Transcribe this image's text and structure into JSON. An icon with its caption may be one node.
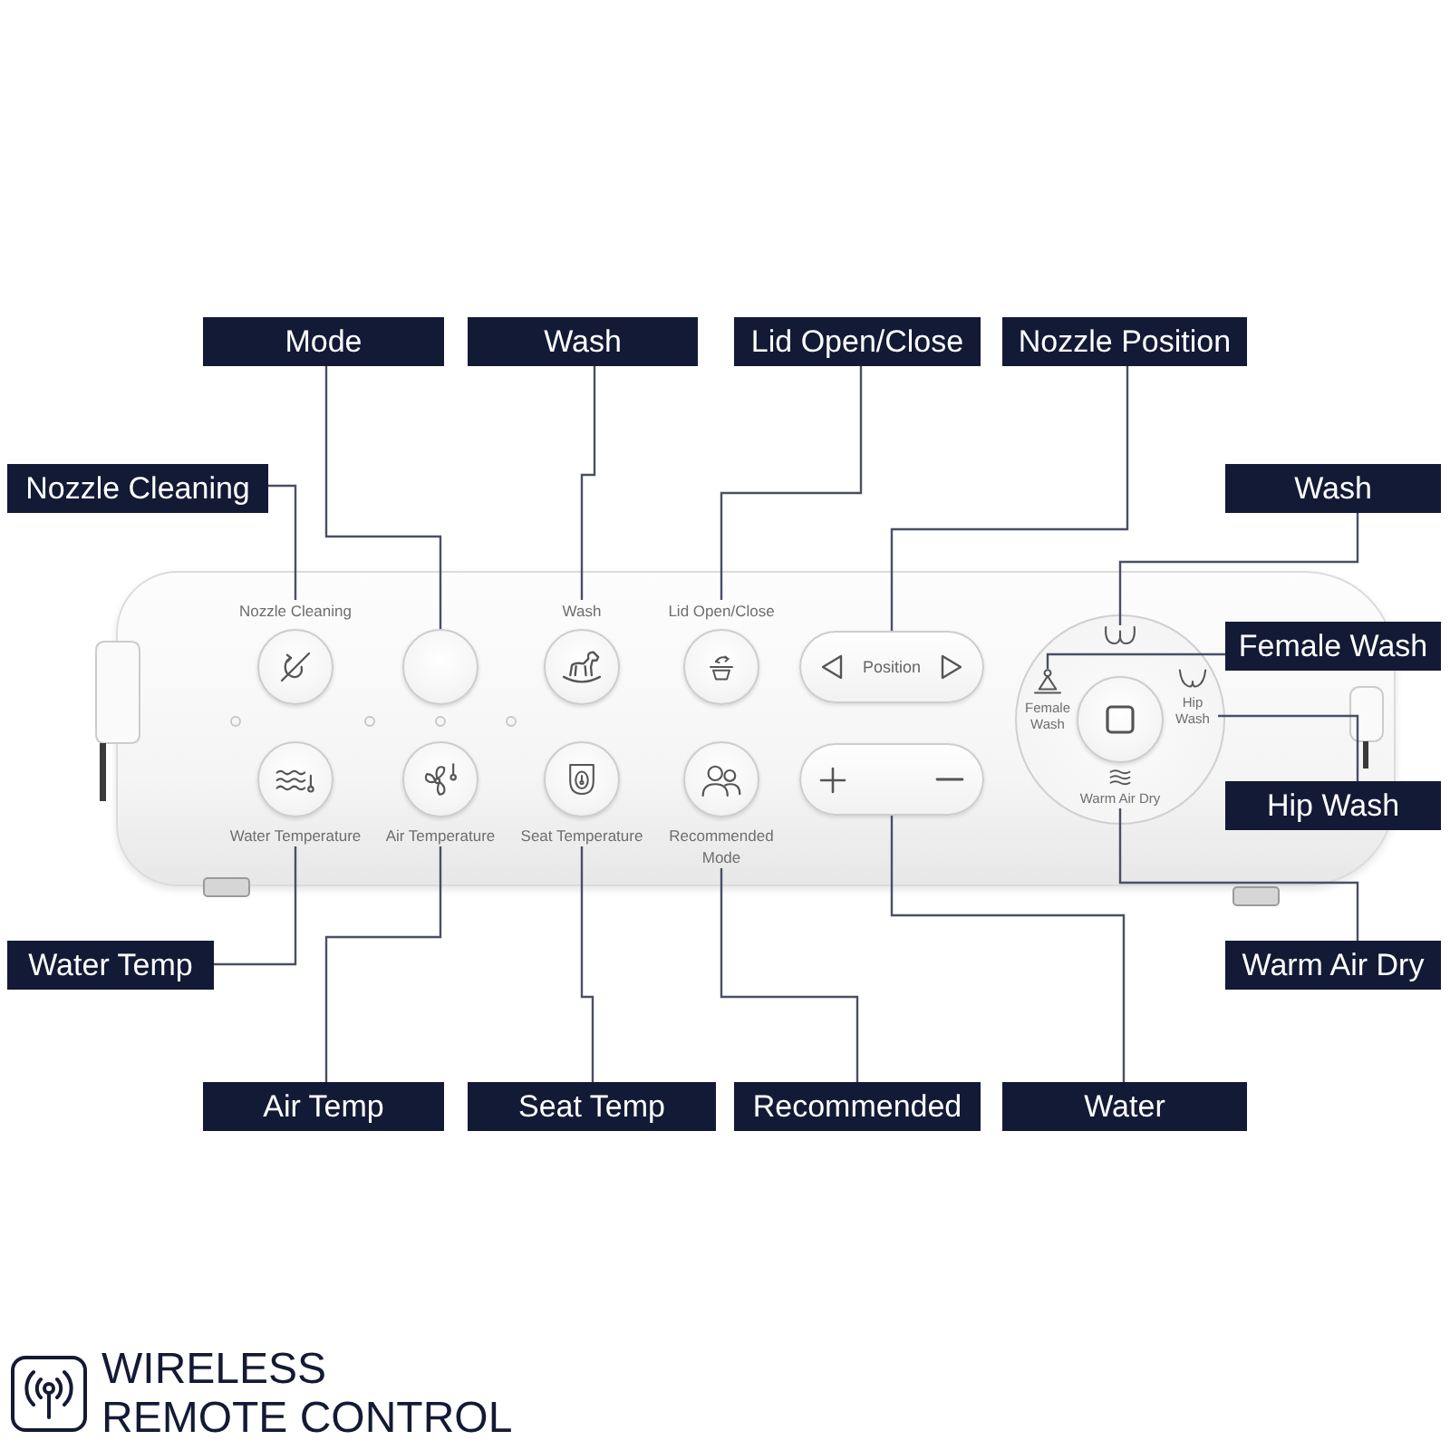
{
  "diagram": {
    "nodes": [
      {
        "text": [
          "Mode"
        ]
      },
      {
        "text": [
          "Wash"
        ]
      },
      {
        "text": [
          "Lid Open/Close"
        ]
      },
      {
        "text": [
          "Nozzle Position"
        ]
      },
      {
        "text": [
          "Nozzle Cleaning"
        ]
      },
      {
        "text": [
          "Wash"
        ]
      },
      {
        "text": [],
        "shape": "picture"
      },
      {
        "text": [
          "Nozzle Cleaning"
        ],
        "in": 6
      },
      {
        "text": [],
        "shape": "circle",
        "in": 6
      },
      {
        "text": [
          "Wash"
        ],
        "in": 6
      },
      {
        "text": [
          "Lid Open/Close"
        ],
        "in": 6
      },
      {
        "text": [
          "Position"
        ],
        "in": 6
      },
      {
        "text": [],
        "shape": "circle",
        "in": 6
      },
      {
        "text": [],
        "shape": "picture",
        "in": 12
      },
      {
        "text": [
          "Female Wash"
        ],
        "in": 12
      },
      {
        "text": [],
        "shape": "circle",
        "in": 12
      },
      {
        "text": [
          "Hip Wash"
        ],
        "in": 12
      },
      {
        "text": [
          "Water Temperature"
        ],
        "in": 6
      },
      {
        "text": [
          "Air Temperature"
        ],
        "in": 6
      },
      {
        "text": [
          "Seat Temperature"
        ],
        "in": 6
      },
      {
        "text": [
          "Recommended Mode"
        ],
        "in": 6
      },
      {
        "text": [],
        "shape": "box",
        "in": 6
      },
      {
        "text": [
          "Warm Air Dry"
        ],
        "in": 12
      },
      {
        "text": [
          "Female Wash"
        ]
      },
      {
        "text": [
          "Hip Wash"
        ]
      },
      {
        "text": [
          "Water Temp"
        ]
      },
      {
        "text": [
          "Warm Air Dry"
        ]
      },
      {
        "text": [
          "Air Temp"
        ]
      },
      {
        "text": [
          "Seat Temp"
        ]
      },
      {
        "text": [
          "Recommended"
        ]
      },
      {
        "text": [
          "Water"
        ]
      }
    ],
    "edges": [
      {
        "from": 0,
        "to": 8,
        "arrow": "none"
      },
      {
        "from": 1,
        "to": 9,
        "arrow": "none"
      },
      {
        "from": 2,
        "to": 10,
        "arrow": "none"
      },
      {
        "from": 3,
        "to": 11,
        "arrow": "none"
      },
      {
        "from": 4,
        "to": 7,
        "arrow": "none"
      },
      {
        "from": 5,
        "to": 13,
        "arrow": "none"
      },
      {
        "from": 23,
        "to": 14,
        "arrow": "none"
      },
      {
        "from": 24,
        "to": 16,
        "arrow": "none"
      },
      {
        "from": 25,
        "to": 17,
        "arrow": "none"
      },
      {
        "from": 26,
        "to": 22,
        "arrow": "none"
      },
      {
        "from": 27,
        "to": 18,
        "arrow": "none"
      },
      {
        "from": 28,
        "to": 19,
        "arrow": "none"
      },
      {
        "from": 29,
        "to": 20,
        "arrow": "none"
      },
      {
        "from": 30,
        "to": 21,
        "arrow": "none"
      }
    ],
    "labels": [
      "WIRELESS REMOTE CONTROL"
    ]
  }
}
